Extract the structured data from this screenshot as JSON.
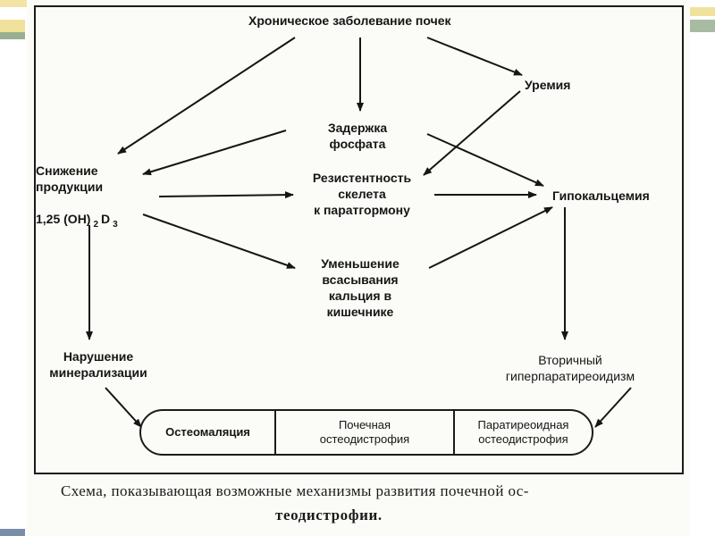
{
  "diagram": {
    "nodes": {
      "ckd": "Хроническое заболевание почек",
      "uremia": "Уремия",
      "phosphate": "Задержка\nфосфата",
      "reduced_calcitriol_line1": "Снижение\nпродукции",
      "calcitriol_formula_base": "1,25 (OH)",
      "calcitriol_formula_sub": "2",
      "calcitriol_formula_d": "D",
      "calcitriol_formula_sub2": "3",
      "resistance": "Резистентность\nскелета\nк паратгормону",
      "hypocalcemia": "Гипокальцемия",
      "absorption": "Уменьшение\nвсасывания\nкальция в\nкишечнике",
      "mineralization": "Нарушение\nминерализации",
      "hyperpara": "Вторичный\nгиперпаратиреоидизм"
    },
    "outcomes": [
      "Остеомаляция",
      "Почечная\nостеодистрофия",
      "Паратиреоидная\nостеодистрофия"
    ]
  },
  "caption": {
    "line1": "Схема, показывающая возможные механизмы развития почечной ос-",
    "line2": "теодистрофии."
  },
  "colors": {
    "ink": "#151515",
    "paper": "#fbfbf8",
    "accent_yellow": "#f0e29c",
    "accent_green": "#6e8d64"
  }
}
